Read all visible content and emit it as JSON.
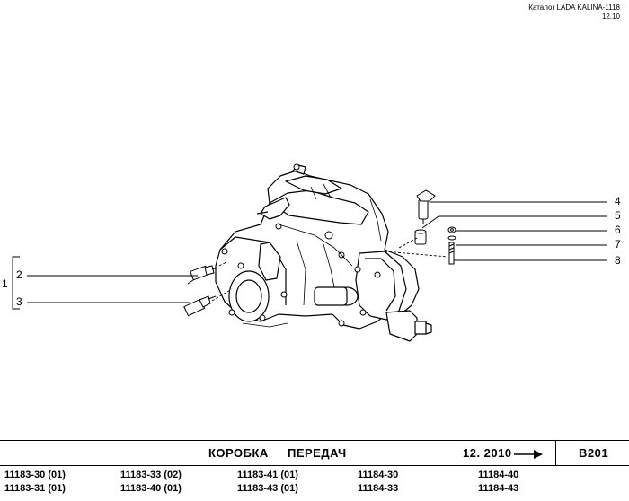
{
  "header": {
    "catalog_title": "Каталог LADA KALINA-1118",
    "catalog_date": "12.10"
  },
  "callouts": {
    "c1": "1",
    "c2": "2",
    "c3": "3",
    "c4": "4",
    "c5": "5",
    "c6": "6",
    "c7": "7",
    "c8": "8"
  },
  "footer": {
    "title_word1": "КОРОБКА",
    "title_word2": "ПЕРЕДАЧ",
    "date": "12. 2010",
    "page_code": "B201"
  },
  "model_codes": {
    "col1": [
      "11183-30 (01)",
      "11183-31 (01)"
    ],
    "col2": [
      "11183-33 (02)",
      "11183-40 (01)"
    ],
    "col3": [
      "11183-41 (01)",
      "11183-43 (01)"
    ],
    "col4": [
      "11184-30",
      "11184-33"
    ],
    "col5": [
      "11184-40",
      "11184-43"
    ]
  }
}
